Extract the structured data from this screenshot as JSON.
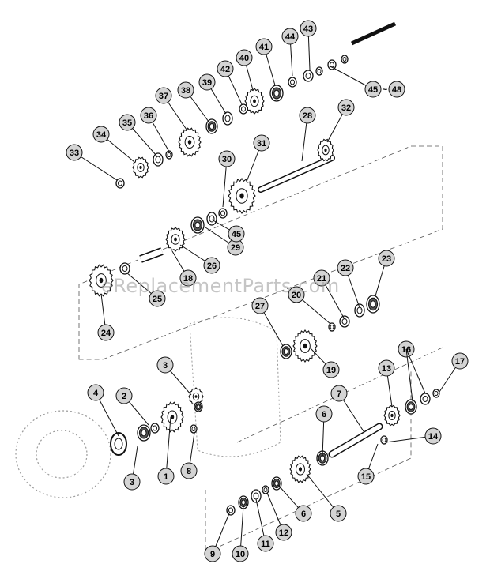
{
  "diagram": {
    "watermark": "eReplacementParts.com",
    "callouts": [
      {
        "label": "1"
      },
      {
        "label": "2"
      },
      {
        "label": "3"
      },
      {
        "label": "3"
      },
      {
        "label": "4"
      },
      {
        "label": "5"
      },
      {
        "label": "6"
      },
      {
        "label": "6"
      },
      {
        "label": "7"
      },
      {
        "label": "8"
      },
      {
        "label": "9"
      },
      {
        "label": "10"
      },
      {
        "label": "11"
      },
      {
        "label": "12"
      },
      {
        "label": "13"
      },
      {
        "label": "14"
      },
      {
        "label": "15"
      },
      {
        "label": "16"
      },
      {
        "label": "17"
      },
      {
        "label": "18"
      },
      {
        "label": "19"
      },
      {
        "label": "20"
      },
      {
        "label": "21"
      },
      {
        "label": "22"
      },
      {
        "label": "23"
      },
      {
        "label": "24"
      },
      {
        "label": "25"
      },
      {
        "label": "26"
      },
      {
        "label": "27"
      },
      {
        "label": "28"
      },
      {
        "label": "29"
      },
      {
        "label": "30"
      },
      {
        "label": "31"
      },
      {
        "label": "32"
      },
      {
        "label": "33"
      },
      {
        "label": "34"
      },
      {
        "label": "35"
      },
      {
        "label": "36"
      },
      {
        "label": "37"
      },
      {
        "label": "38"
      },
      {
        "label": "39"
      },
      {
        "label": "40"
      },
      {
        "label": "41"
      },
      {
        "label": "42"
      },
      {
        "label": "43"
      },
      {
        "label": "44"
      },
      {
        "label": "45"
      },
      {
        "label": "45"
      },
      {
        "label": "48"
      }
    ],
    "range_separator": "~",
    "colors": {
      "line": "#111111",
      "callout_fill": "#d4d4d4",
      "part_fill": "#ffffff",
      "housing_line": "#9a9a9a"
    }
  }
}
